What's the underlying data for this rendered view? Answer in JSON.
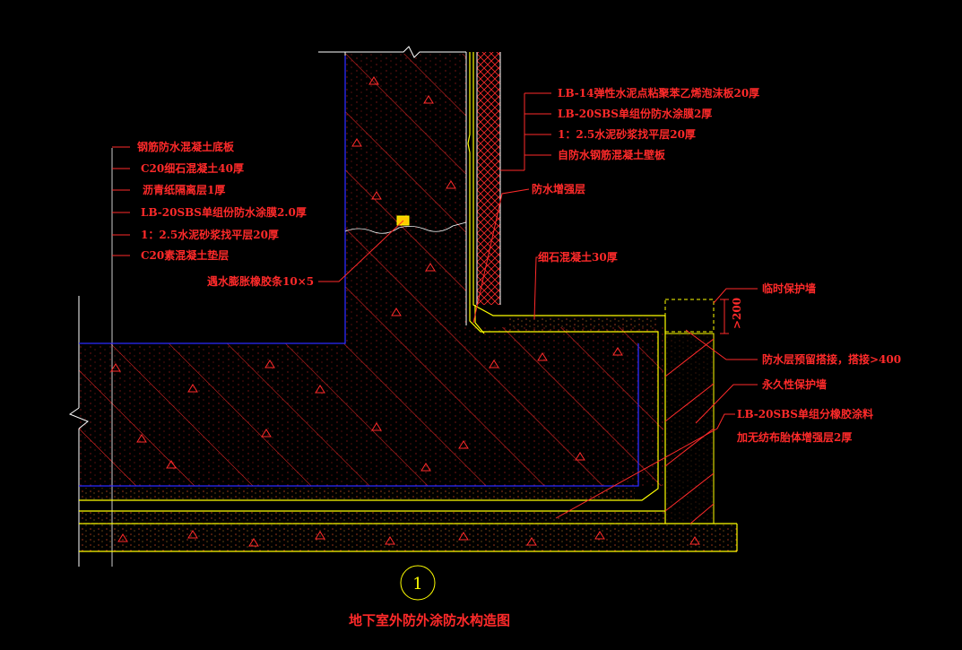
{
  "drawing": {
    "title": "地下室外防外涂防水构造图",
    "detail_number": "1",
    "colors": {
      "background": "#000000",
      "concrete_outline": "#ffffff",
      "hatch": "#ff2a2a",
      "waterproof_layer": "#ffff00",
      "boundary": "#2b2bff",
      "labels": "#ff2a2a"
    },
    "left_labels": [
      "钢筋防水混凝土底板",
      "C20细石混凝土40厚",
      "沥青纸隔离层1厚",
      "LB-20SBS单组份防水涂膜2.0厚",
      "1：2.5水泥砂浆找平层20厚",
      "C20素混凝土垫层"
    ],
    "water_stop_label": "遇水膨胀橡胶条10×5",
    "wall_labels": [
      "LB-14弹性水泥点粘聚苯乙烯泡沫板20厚",
      "LB-20SBS单组份防水涂膜2厚",
      "1：2.5水泥砂浆找平层20厚",
      "自防水钢筋混凝土壁板"
    ],
    "reinforcement_label": "防水增强层",
    "fine_concrete_label": "细石混凝土30厚",
    "right_labels": [
      "临时保护墙",
      "防水层预留搭接，搭接>400",
      "永久性保护墙",
      "LB-20SBS单组分橡胶涂料",
      "加无纺布胎体增强层2厚"
    ],
    "dimension_text": ">200"
  }
}
